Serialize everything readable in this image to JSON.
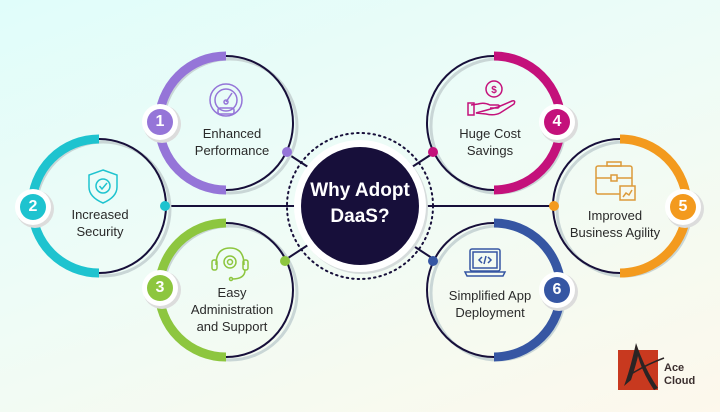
{
  "title": "Why Adopt DaaS?",
  "center": {
    "line1": "Why Adopt",
    "line2": "DaaS?",
    "color": "#170f3a"
  },
  "items": [
    {
      "number": "1",
      "line1": "Enhanced",
      "line2": "Performance",
      "line3": "",
      "icon": "speedometer-icon",
      "color": "#9575d8"
    },
    {
      "number": "2",
      "line1": "Increased",
      "line2": "Security",
      "line3": "",
      "icon": "shield-check-icon",
      "color": "#1ec3cf"
    },
    {
      "number": "3",
      "line1": "Easy",
      "line2": "Administration",
      "line3": "and Support",
      "icon": "headset-gear-icon",
      "color": "#8dc63f"
    },
    {
      "number": "4",
      "line1": "Huge Cost",
      "line2": "Savings",
      "line3": "",
      "icon": "hand-dollar-icon",
      "color": "#c4117b"
    },
    {
      "number": "5",
      "line1": "Improved",
      "line2": "Business Agility",
      "line3": "",
      "icon": "briefcase-chart-icon",
      "color": "#f39a1e"
    },
    {
      "number": "6",
      "line1": "Simplified App",
      "line2": "Deployment",
      "line3": "",
      "icon": "laptop-code-icon",
      "color": "#3656a3"
    }
  ],
  "logo": {
    "line1": "Ace",
    "line2": "Cloud",
    "color": "#c8391f"
  }
}
